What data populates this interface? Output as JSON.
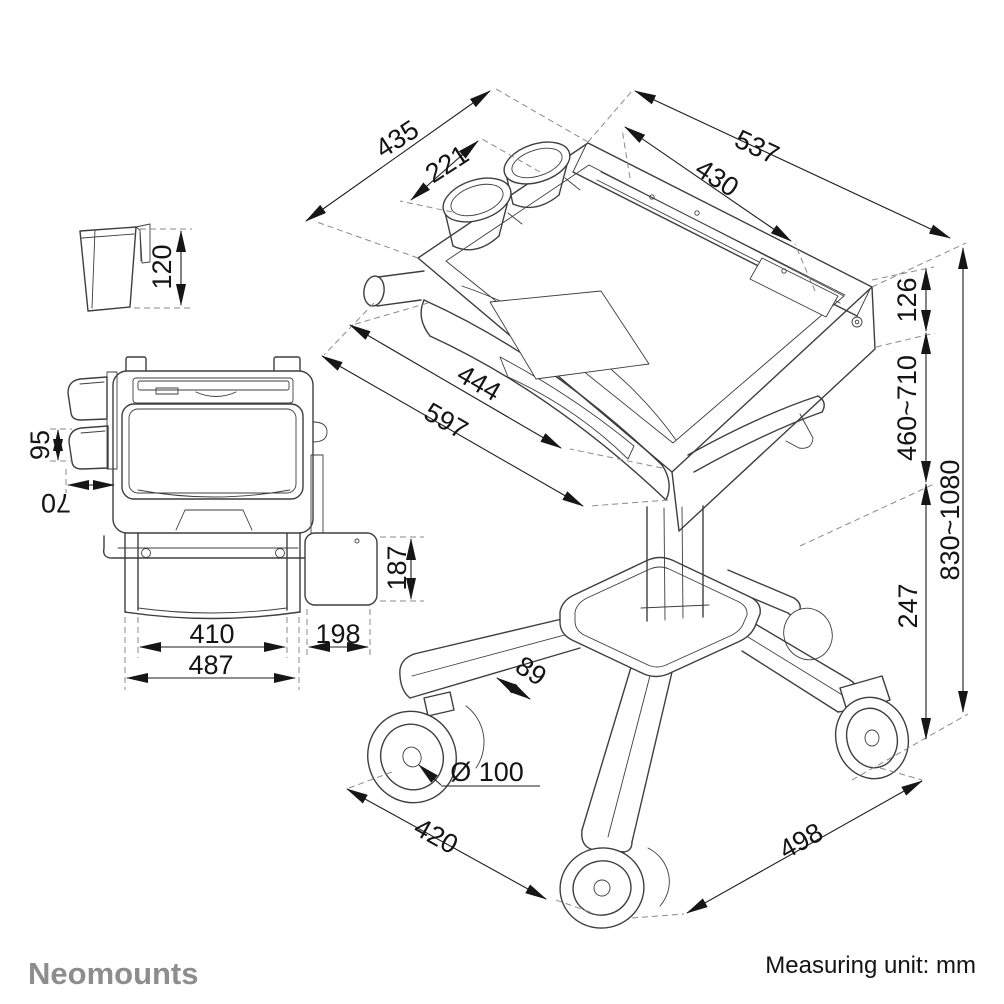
{
  "footer": {
    "brand": "Neomounts",
    "unit_note": "Measuring unit: mm"
  },
  "dimensions": {
    "top_depth": "435",
    "cup_bracket_span": "221",
    "top_width": "537",
    "mount_bar_width": "430",
    "worktop_thickness": "126",
    "height_adjust_range": "460~710",
    "base_height": "247",
    "overall_height_range": "830~1080",
    "tray_width": "444",
    "worktop_depth": "597",
    "hook_bin_height": "120",
    "side_bin_height": "95",
    "side_bin_depth": "70",
    "pocket_height": "187",
    "pocket_depth": "198",
    "cabinet_inner_width": "410",
    "cabinet_outer_width": "487",
    "leg_width": "89",
    "caster_diameter": "Ø 100",
    "base_width": "420",
    "base_depth": "498"
  }
}
